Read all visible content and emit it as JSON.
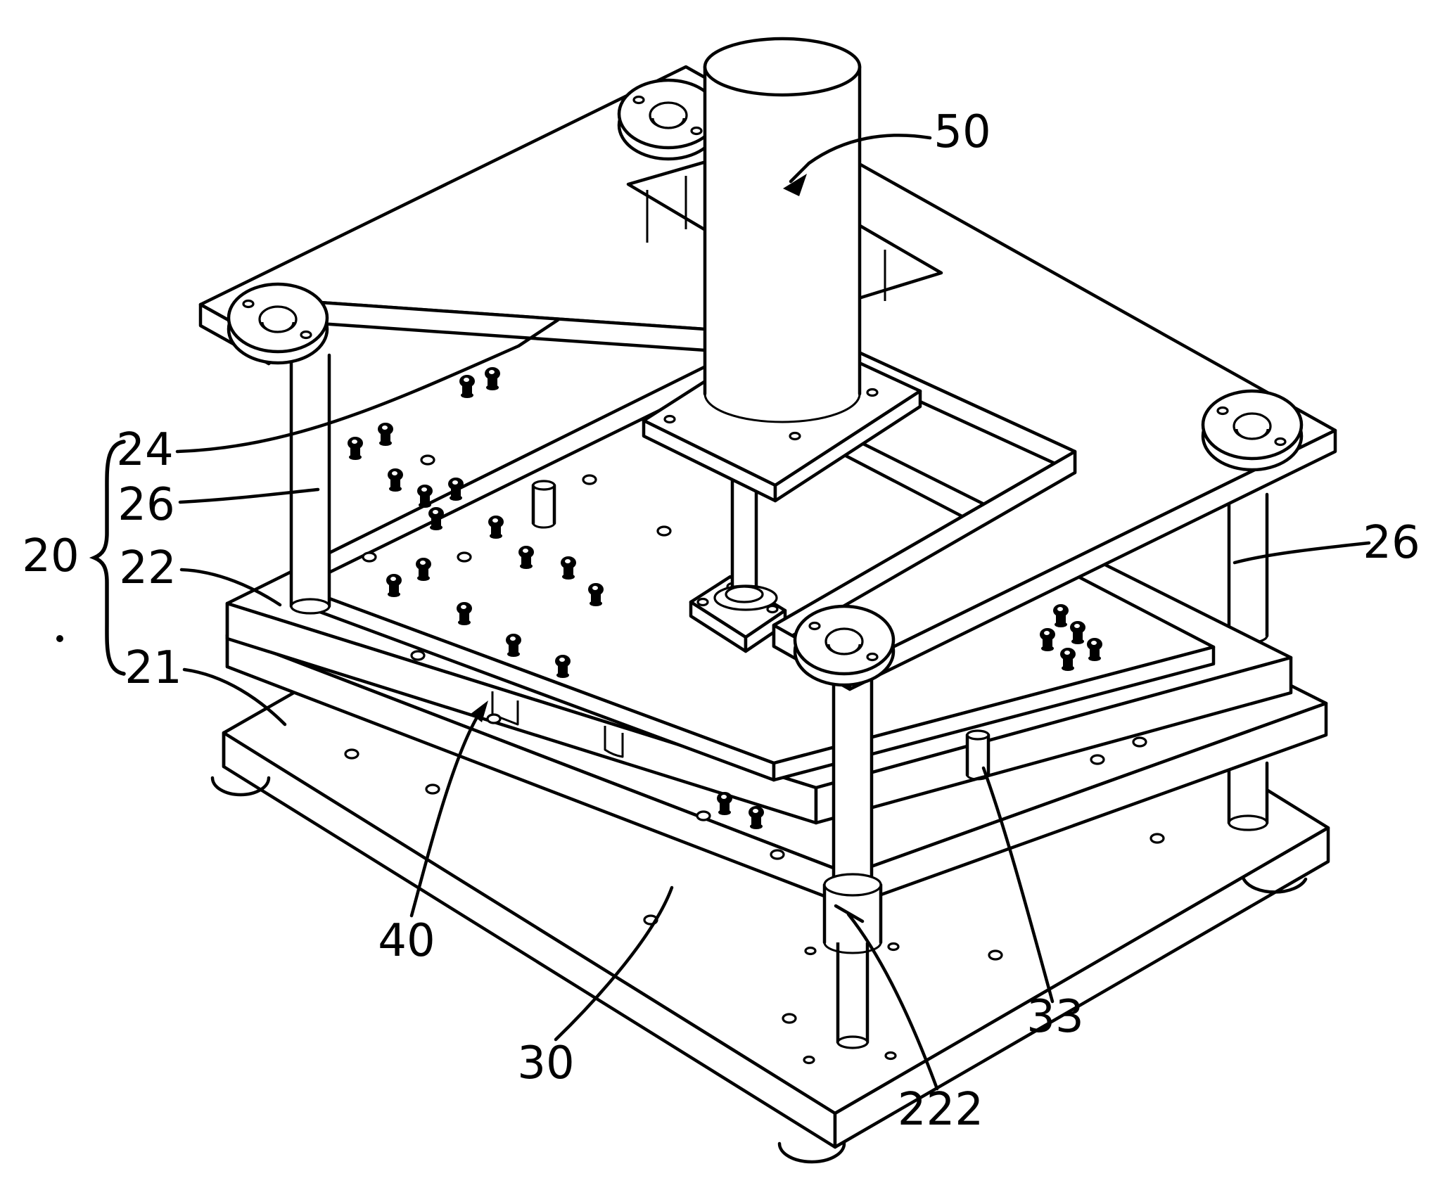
{
  "figure": {
    "kind": "patent-isometric-line-drawing",
    "background_color": "#ffffff",
    "line_color": "#000000"
  },
  "labels": {
    "n50": {
      "text": "50",
      "part": "cylinder"
    },
    "n24": {
      "text": "24",
      "part": "top-plate"
    },
    "n26L": {
      "text": "26",
      "part": "guide-post-left"
    },
    "n20": {
      "text": "20",
      "part": "frame-assembly"
    },
    "n22": {
      "text": "22",
      "part": "movable-plate"
    },
    "n21": {
      "text": "21",
      "part": "lower-plate"
    },
    "n26R": {
      "text": "26",
      "part": "guide-post-right"
    },
    "n40": {
      "text": "40",
      "part": "probe-plate"
    },
    "n30": {
      "text": "30",
      "part": "support"
    },
    "n222": {
      "text": "222",
      "part": "bushing"
    },
    "n33": {
      "text": "33",
      "part": "positioning-pin"
    }
  }
}
